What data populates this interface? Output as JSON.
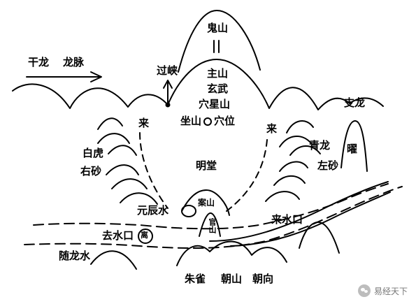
{
  "labels": {
    "gan_long": "干龙",
    "long_mai": "龙脉",
    "gui_shan": "鬼山",
    "guo_xia": "过峡",
    "zhu_shan": "主山",
    "xuan_wu": "玄武",
    "xue_xing_shan": "穴星山",
    "zuo_shan": "坐山",
    "xue_wei": "穴位",
    "zhi_long": "支龙",
    "lai_left": "来",
    "lai_right": "来",
    "bai_hu": "白虎",
    "you_sha": "右砂",
    "qing_long": "青龙",
    "zuo_sha": "左砂",
    "yao": "曜",
    "ming_tang": "明堂",
    "an_shan": "案山",
    "guan_shan": "官山",
    "yuan_chen_shui": "元辰水",
    "qu_shui_kou": "去水口",
    "li": "离",
    "lai_shui_kou": "来水口",
    "sui_long_shui": "随龙水",
    "zhu_que": "朱雀",
    "chao_shan": "朝山",
    "chao_xiang": "朝向"
  },
  "watermark": {
    "text": "易经天下",
    "icon": "chat-bubble-icon"
  }
}
